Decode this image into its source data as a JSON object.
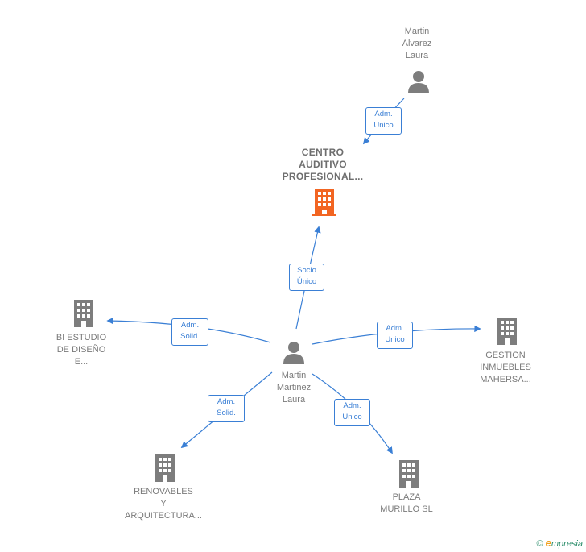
{
  "nodes": {
    "martin_alvarez": {
      "label": "Martin\nAlvarez\nLaura",
      "icon": "person-icon"
    },
    "centro_auditivo": {
      "label": "CENTRO\nAUDITIVO\nPROFESIONAL...",
      "icon": "building-icon",
      "color": "#f26522"
    },
    "bi_estudio": {
      "label": "BI ESTUDIO\nDE DISEÑO\nE...",
      "icon": "building-icon"
    },
    "martin_martinez": {
      "label": "Martin\nMartinez\nLaura",
      "icon": "person-icon"
    },
    "gestion": {
      "label": "GESTION\nINMUEBLES\nMAHERSA...",
      "icon": "building-icon"
    },
    "renovables": {
      "label": "RENOVABLES\nY\nARQUITECTURA...",
      "icon": "building-icon"
    },
    "plaza_murillo": {
      "label": "PLAZA\nMURILLO  SL",
      "icon": "building-icon"
    }
  },
  "edges": {
    "e1": "Adm.\nUnico",
    "e2": "Socio\nÚnico",
    "e3": "Adm.\nSolid.",
    "e4": "Adm.\nUnico",
    "e5": "Adm.\nSolid.",
    "e6": "Adm.\nUnico"
  },
  "colors": {
    "edge": "#3a7fd5",
    "icon_gray": "#7d7d7d",
    "icon_main": "#f26522"
  },
  "footer": {
    "copyright": "©",
    "brand_e": "e",
    "brand_rest": "mpresia"
  }
}
